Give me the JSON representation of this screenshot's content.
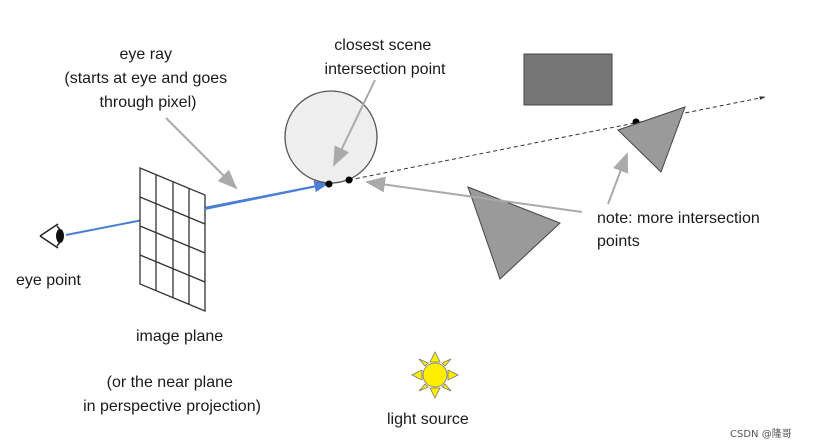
{
  "labels": {
    "eye_ray": [
      "eye ray",
      "(starts at eye and goes",
      "through pixel)"
    ],
    "closest": [
      "closest scene",
      "intersection point"
    ],
    "note": [
      "note: more intersection",
      "points"
    ],
    "eye_point": "eye point",
    "image_plane": "image plane",
    "near_plane": [
      "(or the near plane",
      "in perspective projection)"
    ],
    "light_source": "light source",
    "watermark": "CSDN @隆哥"
  },
  "colors": {
    "ray": "#4a7fd4",
    "sphere_fill": "#eeeeee",
    "rect_fill": "#777777",
    "triangle_fill": "#9a9a9a",
    "sun": "#ffee00",
    "annotation_arrow": "#aaaaaa"
  }
}
